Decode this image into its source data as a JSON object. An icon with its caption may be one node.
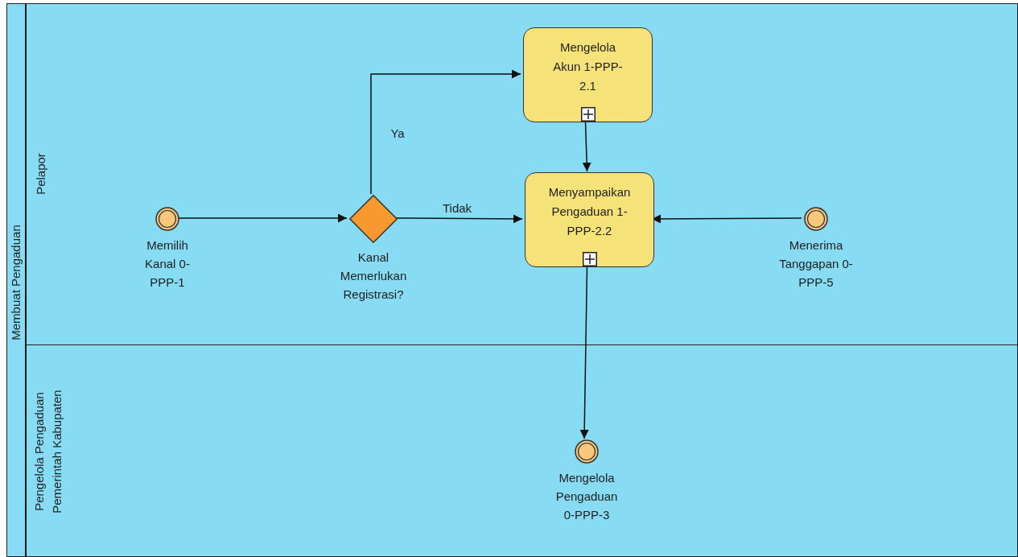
{
  "diagram": {
    "nodes": [
      {
        "text": [
          "Membuat Pengaduan"
        ]
      },
      {
        "text": [
          "Pelapor"
        ],
        "in": 0
      },
      {
        "text": [
          "Pengelola Pengaduan Pemerintah Kabupaten"
        ],
        "in": 0
      },
      {
        "text": [],
        "shape": "circle",
        "in": 1,
        "beside": [
          "Memilih Kanal 0-PPP-1"
        ]
      },
      {
        "text": [],
        "shape": "diamond",
        "in": 1,
        "beside": [
          "Kanal Memerlukan Registrasi?"
        ]
      },
      {
        "text": [
          "Mengelola Akun 1-PPP-2.1"
        ],
        "in": 1
      },
      {
        "text": [
          "Menyampaikan Pengaduan 1-PPP-2.2"
        ],
        "in": 1
      },
      {
        "text": [],
        "shape": "circle",
        "in": 1,
        "beside": [
          "Menerima Tanggapan 0-PPP-5"
        ]
      },
      {
        "text": [],
        "shape": "circle",
        "in": 2,
        "beside": [
          "Mengelola Pengaduan 0-PPP-3"
        ]
      }
    ],
    "edges": [
      {
        "from": 3,
        "to": 4,
        "arrow": "to"
      },
      {
        "from": 4,
        "to": 5,
        "arrow": "to",
        "label": "Ya"
      },
      {
        "from": 4,
        "to": 6,
        "arrow": "to",
        "label": "Tidak"
      },
      {
        "from": 5,
        "to": 6,
        "arrow": "to"
      },
      {
        "from": 7,
        "to": 6,
        "arrow": "to"
      },
      {
        "from": 6,
        "to": 8,
        "arrow": "to"
      }
    ]
  }
}
